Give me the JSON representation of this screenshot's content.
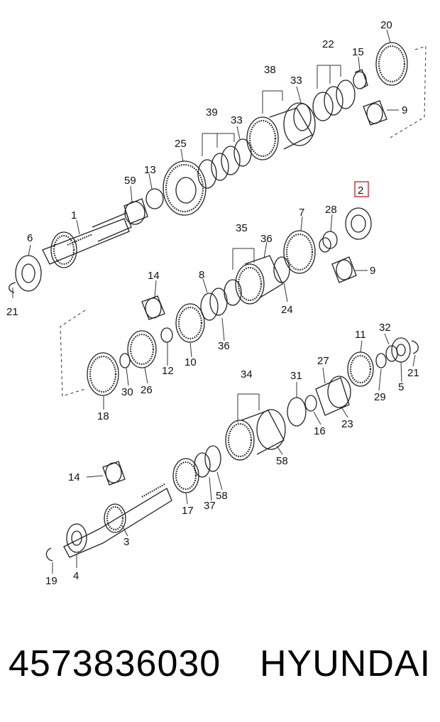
{
  "diagram": {
    "callouts": [
      "1",
      "2",
      "3",
      "4",
      "5",
      "6",
      "7",
      "8",
      "9",
      "9",
      "10",
      "11",
      "12",
      "13",
      "14",
      "14",
      "15",
      "16",
      "17",
      "18",
      "19",
      "20",
      "21",
      "21",
      "22",
      "23",
      "24",
      "25",
      "26",
      "27",
      "28",
      "29",
      "30",
      "31",
      "32",
      "33",
      "33",
      "34",
      "35",
      "36",
      "36",
      "37",
      "38",
      "39",
      "58",
      "58",
      "59"
    ],
    "highlighted_callout": "2",
    "highlight_color": "#d0393a"
  },
  "footer": {
    "part_number": "4573836030",
    "brand": "HYUNDAI"
  }
}
